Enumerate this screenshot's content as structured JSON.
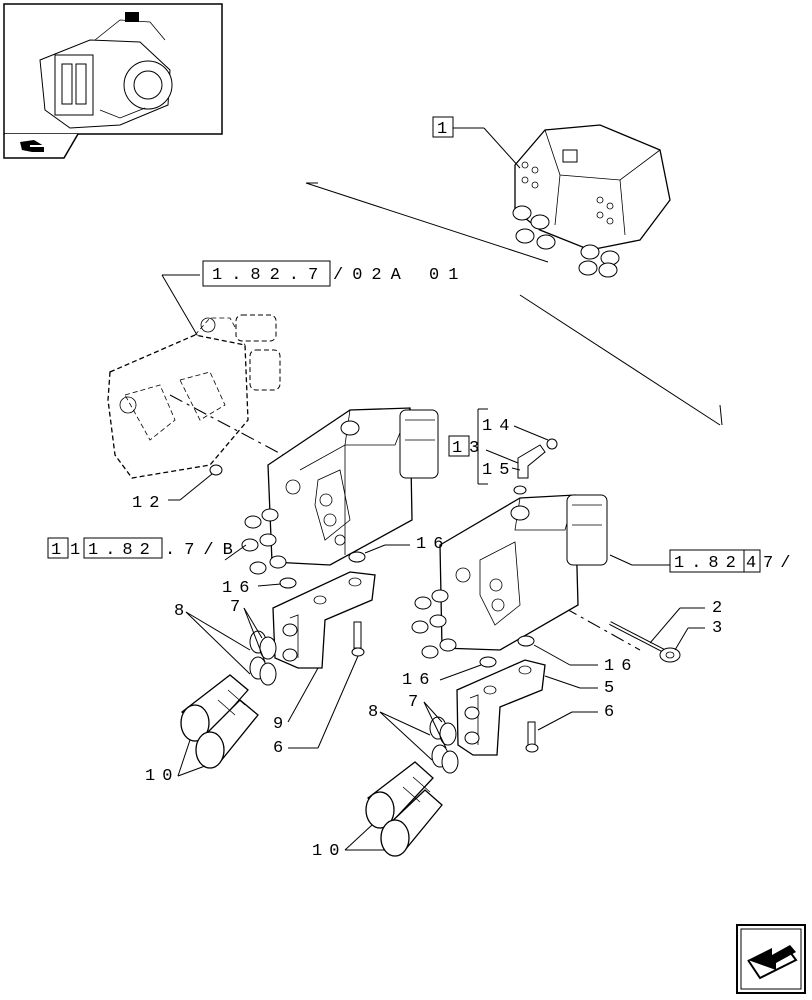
{
  "references": {
    "top_assembly": "1",
    "ref_left": "1.82.7/02A 01",
    "ref_left_box": "1.82.7",
    "ref_left_tail": "/02A 01",
    "ref_lower_left_prefix": "1",
    "ref_lower_left_mid": "1",
    "ref_lower_left_box": "1.82",
    "ref_lower_left_tail": ".7/B",
    "ref_right_box_a": "1.82",
    "ref_right_box_b": "4",
    "ref_right_tail": "7/",
    "ref_13_box": "1",
    "ref_13_tail": "3"
  },
  "callouts": {
    "c2": "2",
    "c3": "3",
    "c5": "5",
    "c6a": "6",
    "c6b": "6",
    "c7a": "7",
    "c7b": "7",
    "c8a": "8",
    "c8b": "8",
    "c9": "9",
    "c10a": "10",
    "c10b": "10",
    "c12": "12",
    "c14": "14",
    "c15": "15",
    "c16a": "16",
    "c16b": "16",
    "c16c": "16",
    "c16d": "16"
  },
  "icons": {
    "thumbnail": "tractor-rear-thumbnail-icon",
    "flag": "book-flag-icon",
    "nav": "next-page-arrow-icon"
  }
}
